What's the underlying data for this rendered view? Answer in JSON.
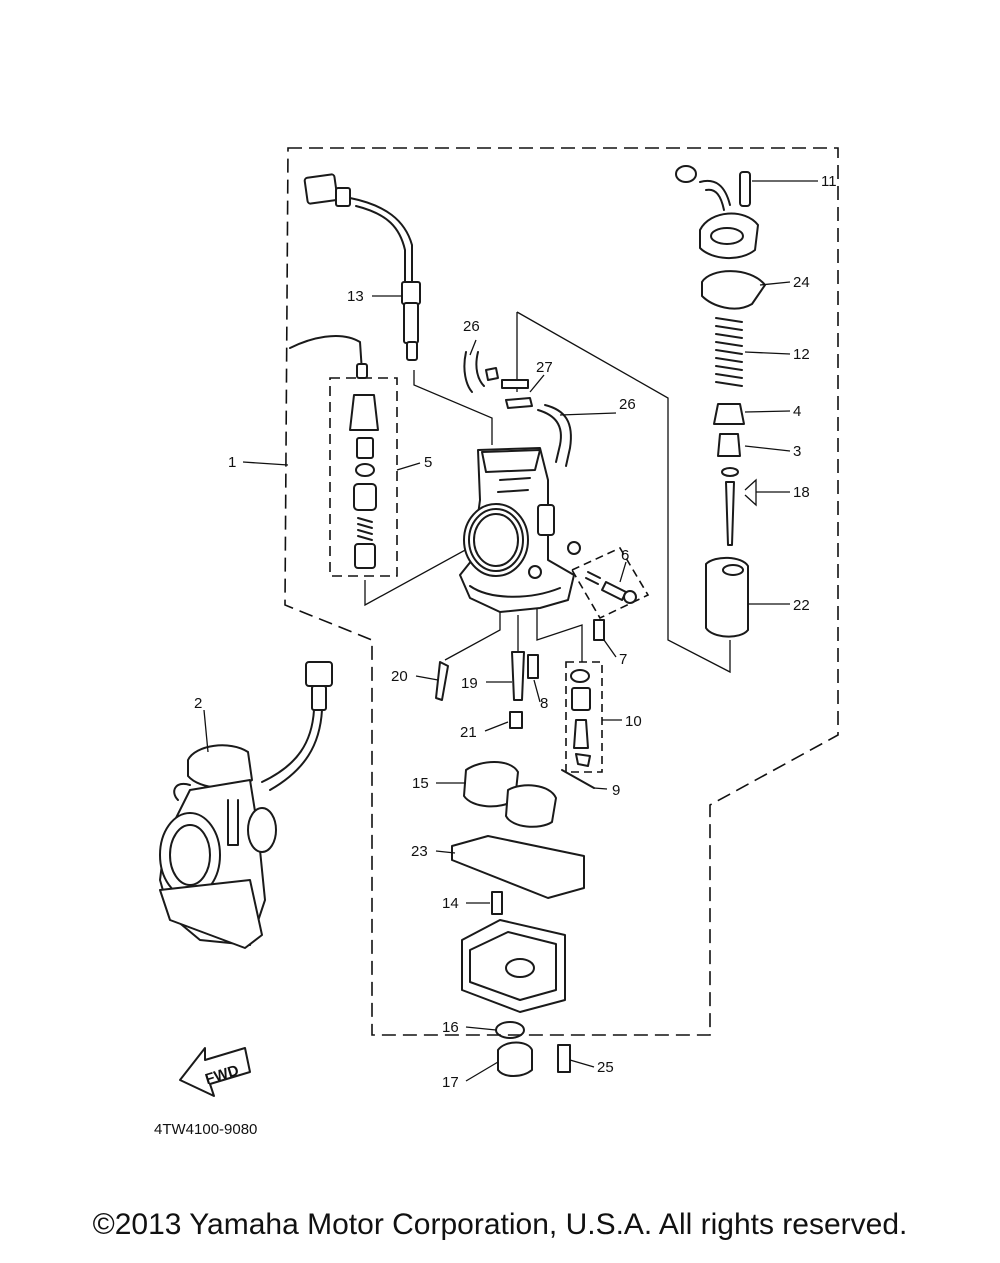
{
  "diagram": {
    "ref_code": "4TW4100-9080",
    "fwd_label": "FWD",
    "callouts": [
      "1",
      "2",
      "3",
      "4",
      "5",
      "6",
      "7",
      "8",
      "9",
      "10",
      "11",
      "12",
      "13",
      "14",
      "15",
      "16",
      "17",
      "18",
      "19",
      "20",
      "21",
      "22",
      "23",
      "24",
      "25",
      "26",
      "26",
      "27"
    ]
  },
  "footer": {
    "copyright": "©2013 Yamaha Motor Corporation, U.S.A. All rights reserved."
  }
}
